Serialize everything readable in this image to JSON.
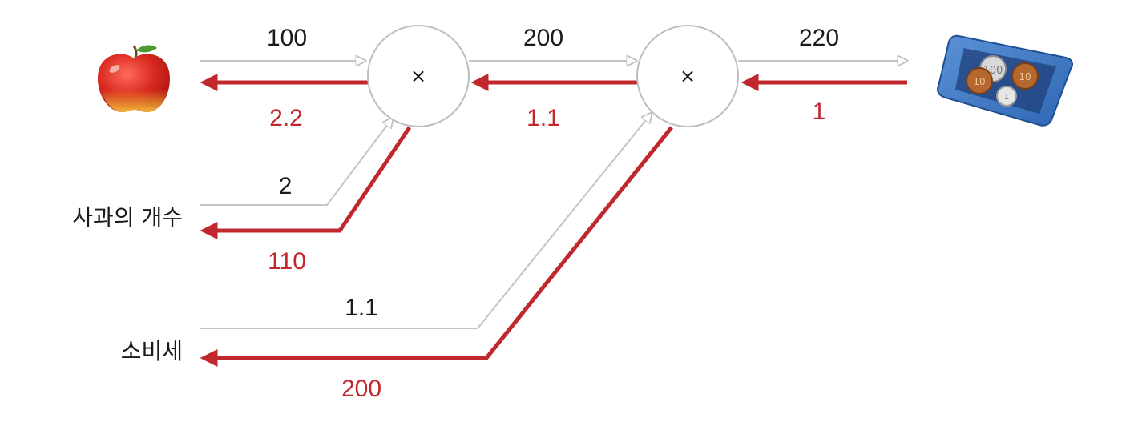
{
  "colors": {
    "forward": "#c4c4c4",
    "backward": "#c0282d",
    "node_stroke": "#bdbdbd",
    "text": "#1a1a1a",
    "red_text": "#c0282d"
  },
  "nodes": [
    {
      "id": "mul1",
      "symbol": "×"
    },
    {
      "id": "mul2",
      "symbol": "×"
    }
  ],
  "inputs": {
    "apple_icon": "apple-icon",
    "apple_count": "사과의 개수",
    "tax": "소비세",
    "payment_icon": "coin-tray-icon"
  },
  "forward_values": {
    "apple_price": "100",
    "apple_count": "2",
    "subtotal": "200",
    "tax": "1.1",
    "total": "220"
  },
  "backward_values": {
    "total": "1",
    "subtotal": "1.1",
    "apple_price": "2.2",
    "apple_count": "110",
    "tax": "200"
  },
  "coins": {
    "coin_a": "100",
    "coin_b": "10",
    "coin_c": "10",
    "coin_d": "1"
  }
}
